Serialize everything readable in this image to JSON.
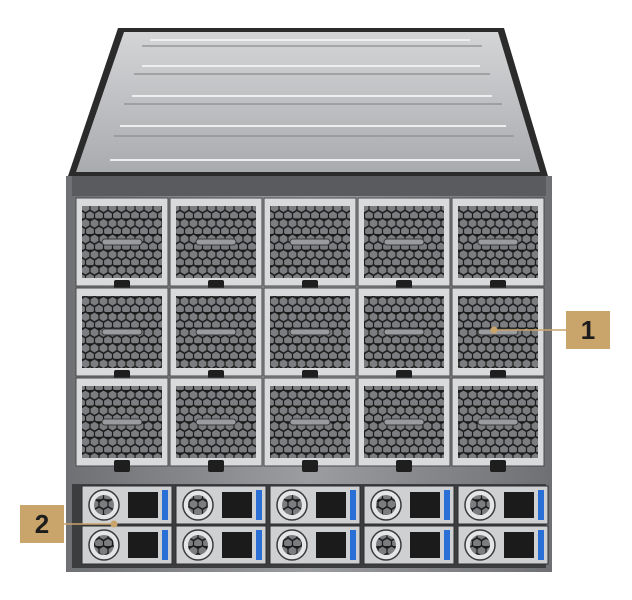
{
  "callouts": [
    {
      "label": "1"
    },
    {
      "label": "2"
    }
  ],
  "colors": {
    "chassis": "#b8b9bb",
    "fan_grille": "#2a2a2a",
    "callout_box": "#c9a46b",
    "psu_release_tab": "#2a6fd6"
  },
  "fan_modules": {
    "rows": 3,
    "columns": 5
  },
  "power_supplies": {
    "rows": 2,
    "columns": 5
  }
}
